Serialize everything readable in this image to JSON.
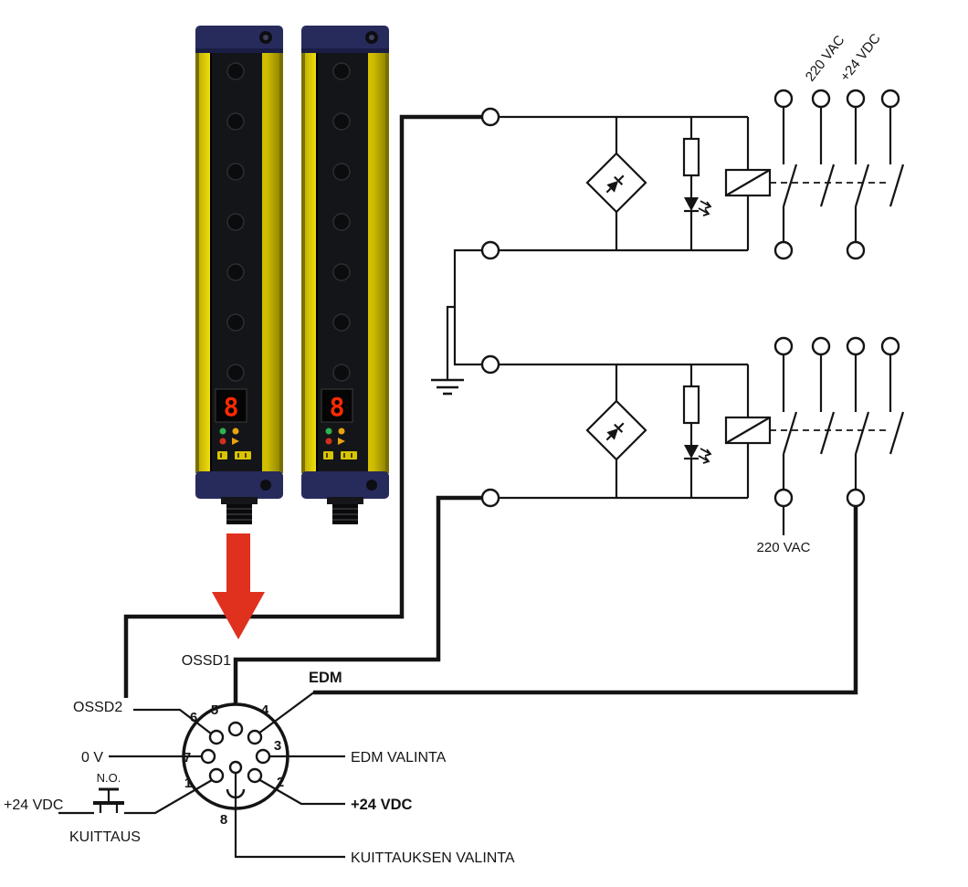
{
  "light_curtain": {
    "display_digit": "8"
  },
  "power_labels": {
    "top_vac": "220 VAC",
    "top_vdc": "+24 VDC",
    "bottom_vac": "220 VAC"
  },
  "connector": {
    "pin_numbers": {
      "p1": "1",
      "p2": "2",
      "p3": "3",
      "p4": "4",
      "p5": "5",
      "p6": "6",
      "p7": "7",
      "p8": "8"
    },
    "signals": {
      "ossd1": "OSSD1",
      "ossd2": "OSSD2",
      "edm": "EDM",
      "zero_v": "0 V",
      "edm_select": "EDM VALINTA",
      "plus_24vdc": "+24 VDC",
      "reset_select": "KUITTAUKSEN VALINTA"
    },
    "reset_circuit": {
      "supply": "+24 VDC",
      "contact_type": "N.O.",
      "button": "KUITTAUS"
    }
  },
  "colors": {
    "wire": "#141414",
    "curtain_yellow": "#e8d500",
    "cap_navy": "#272b5c",
    "arrow_red": "#e0311f",
    "display_red": "#ff2a00"
  }
}
